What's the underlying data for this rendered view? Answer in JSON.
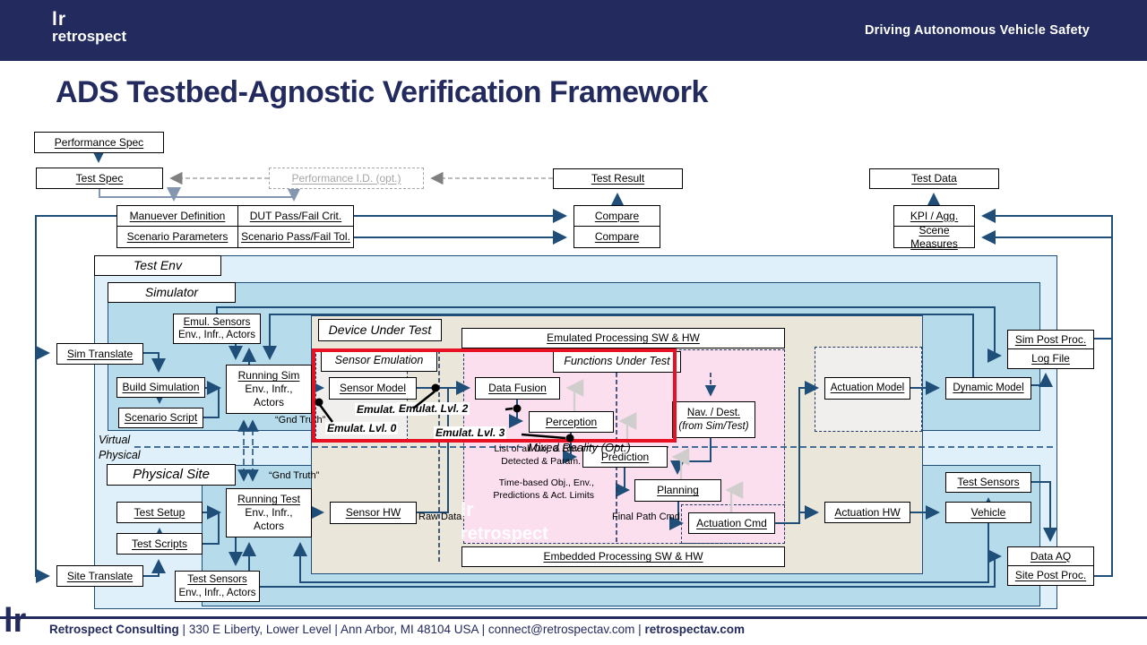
{
  "header": {
    "logo_mark": "lr",
    "logo_name": "retrospect",
    "tagline": "Driving Autonomous Vehicle Safety"
  },
  "title": "ADS Testbed-Agnostic Verification Framework",
  "colors": {
    "navy": "#232a5e",
    "line": "#1f4e79",
    "highlight": "#e81123",
    "pink": "#fbdfee",
    "beige": "#eae6da",
    "light_blue": "#dff0fa",
    "medium_blue": "#b6dbea"
  },
  "spec_flow": {
    "performance_spec": "Performance Spec",
    "test_spec": "Test Spec",
    "performance_id": "Performance I.D. (opt.)",
    "test_result": "Test Result",
    "test_data": "Test Data",
    "maneuver_definition": "Manuever Definition",
    "dut_pass_fail": "DUT Pass/Fail Crit.",
    "scenario_parameters": "Scenario Parameters",
    "scenario_pass_fail": "Scenario Pass/Fail Tol.",
    "compare_top": "Compare",
    "compare_bottom": "Compare",
    "kpi_agg": "KPI / Agg.",
    "scene_measures": "Scene Measures"
  },
  "test_env": {
    "label": "Test Env",
    "virtual": "Virtual",
    "physical": "Physical",
    "mixed_reality": "Mixed Reality (Opt.)"
  },
  "simulator": {
    "label": "Simulator",
    "emul_sensors": "Emul. Sensors",
    "emul_sensors_sub": "Env., Infr., Actors",
    "sim_translate": "Sim Translate",
    "build_simulation": "Build Simulation",
    "scenario_script": "Scenario Script",
    "running_sim": "Running Sim",
    "running_sim_sub": "Env., Infr., Actors",
    "gnd_truth": "“Gnd Truth”",
    "actuation_model": "Actuation Model",
    "dynamic_model": "Dynamic Model",
    "sim_post_proc": "Sim Post Proc.",
    "log_file": "Log File"
  },
  "dut": {
    "label": "Device Under Test",
    "sensor_emulation": "Sensor Emulation",
    "sensor_model": "Sensor Model",
    "sensor_hw": "Sensor HW",
    "raw_data": "Raw Data",
    "emulated_header": "Emulated Processing SW & HW",
    "embedded_header": "Embedded Processing SW & HW",
    "functions_under_test": "Functions Under Test",
    "data_fusion": "Data Fusion",
    "perception": "Perception",
    "prediction": "Prediction",
    "planning": "Planning",
    "actuation_cmd": "Actuation Cmd",
    "nav_dest": "Nav. / Dest.",
    "nav_dest_sub": "(from Sim/Test)",
    "list_objects_line1": "List of all Obj. & Env.",
    "list_objects_line2": "Detected & Param.",
    "time_based_line1": "Time-based Obj., Env.,",
    "time_based_line2": "Predictions & Act. Limits",
    "final_path_cmd": "Final Path Cmd",
    "emulat_lvl_0": "Emulat.  Lvl. 0",
    "emulat_lvl_1": "Emulat.  Lvl. 1",
    "emulat_lvl_2": "Emulat.  Lvl. 2",
    "emulat_lvl_3": "Emulat.  Lvl. 3",
    "watermark_mark": "lr",
    "watermark_name": "retrospect"
  },
  "physical_site": {
    "label": "Physical Site",
    "gnd_truth": "“Gnd Truth”",
    "test_setup": "Test Setup",
    "test_scripts": "Test Scripts",
    "site_translate": "Site Translate",
    "running_test": "Running Test",
    "running_test_sub": "Env., Infr., Actors",
    "test_sensors_bottom": "Test Sensors",
    "test_sensors_bottom_sub": "Env., Infr., Actors",
    "actuation_hw": "Actuation HW",
    "vehicle": "Vehicle",
    "test_sensors": "Test Sensors",
    "data_aq": "Data AQ",
    "site_post_proc": "Site Post Proc."
  },
  "footer": {
    "logo_mark": "lr",
    "company": "Retrospect Consulting",
    "sep": "|",
    "address1": "330 E Liberty, Lower Level",
    "address2": "Ann Arbor, MI 48104 USA",
    "email": "connect@retrospectav.com",
    "website": "retrospectav.com"
  }
}
